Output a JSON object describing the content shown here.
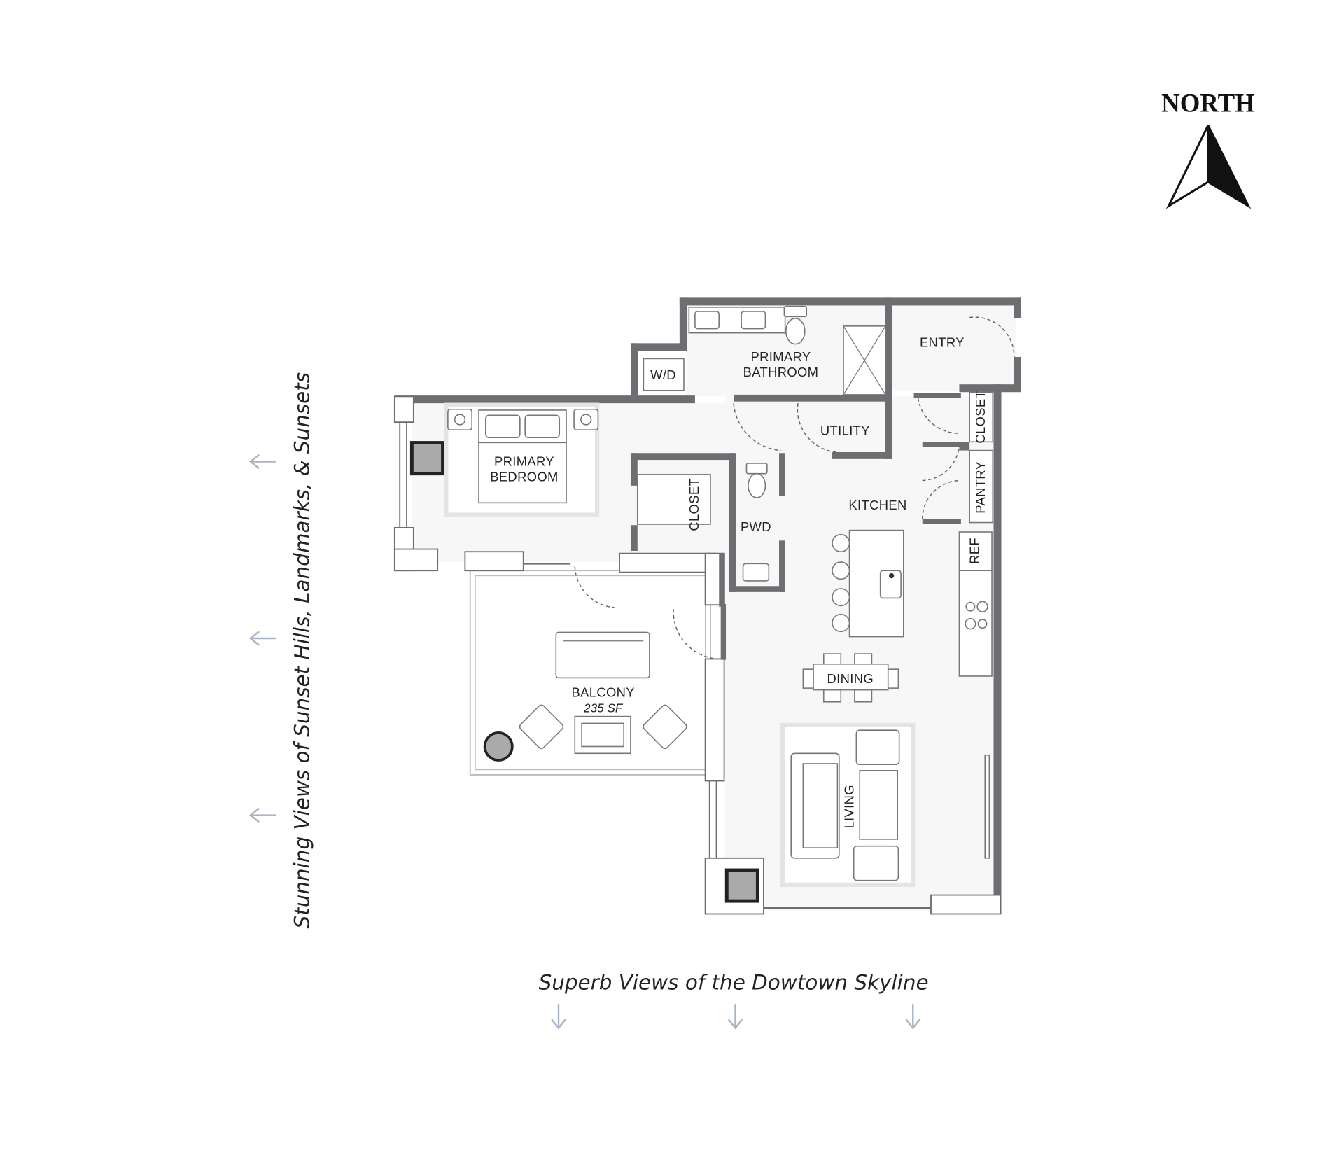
{
  "compass": {
    "label": "NORTH"
  },
  "rooms": {
    "primary_bathroom": [
      "PRIMARY",
      "BATHROOM"
    ],
    "wd": "W/D",
    "entry": "ENTRY",
    "utility": "UTILITY",
    "closet_entry": "CLOSET",
    "pantry": "PANTRY",
    "primary_bedroom": [
      "PRIMARY",
      "BEDROOM"
    ],
    "closet_bedroom": "CLOSET",
    "pwd": "PWD",
    "kitchen": "KITCHEN",
    "ref": "REF",
    "dining": "DINING",
    "living": "LIVING",
    "balcony": "BALCONY",
    "balcony_area": "235 SF"
  },
  "views": {
    "west": "Stunning Views of Sunset Hills, Landmarks, & Sunsets",
    "south": "Superb Views of the Dowtown Skyline"
  },
  "colors": {
    "wall": "#6d6e71",
    "arrow": "#a9b4c4"
  }
}
